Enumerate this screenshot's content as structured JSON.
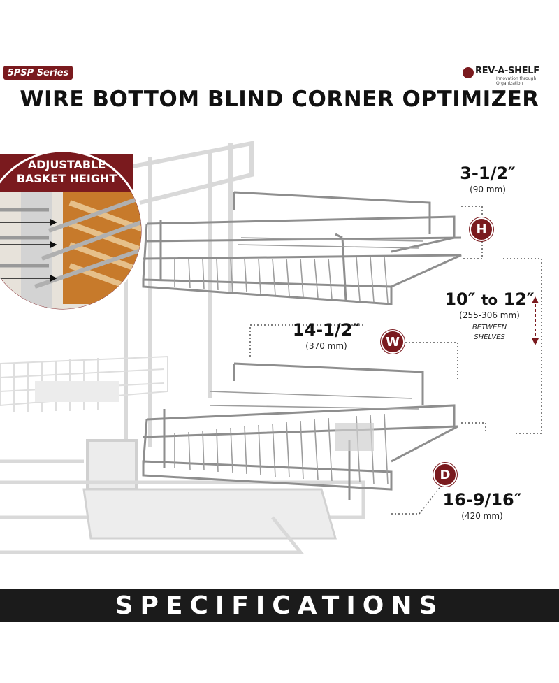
{
  "header": {
    "series_badge": "5PSP Series",
    "brand_name": "REV-A-SHELF",
    "brand_tagline": "Innovation through Organization",
    "title": "WIRE BOTTOM BLIND CORNER OPTIMIZER"
  },
  "callout": {
    "label_line1": "ADJUSTABLE",
    "label_line2": "BASKET HEIGHT"
  },
  "dimensions": {
    "height": {
      "marker": "H",
      "value": "3-1/2″",
      "metric": "(90 mm)"
    },
    "spacing": {
      "min": "10″",
      "to": "to",
      "max": "12″",
      "metric": "(255-306 mm)",
      "note_line1": "BETWEEN",
      "note_line2": "SHELVES"
    },
    "width": {
      "marker": "W",
      "value": "14-1/2″",
      "metric": "(370 mm)"
    },
    "depth": {
      "marker": "D",
      "value": "16-9/16″",
      "metric": "(420 mm)"
    }
  },
  "footer": {
    "label": "SPECIFICATIONS"
  },
  "colors": {
    "accent": "#7a1a1e",
    "footer_bg": "#1b1b1b",
    "chrome": "#8c8c8c",
    "ghost": "#dcdcdc"
  }
}
